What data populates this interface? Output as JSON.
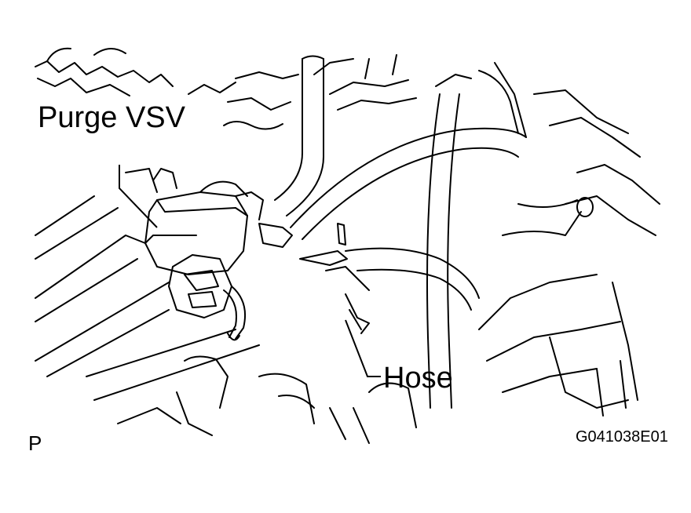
{
  "figure": {
    "callouts": {
      "purge_vsv": "Purge VSV",
      "hose": "Hose"
    },
    "view_marker": "P",
    "figure_code": "G041038E01"
  }
}
